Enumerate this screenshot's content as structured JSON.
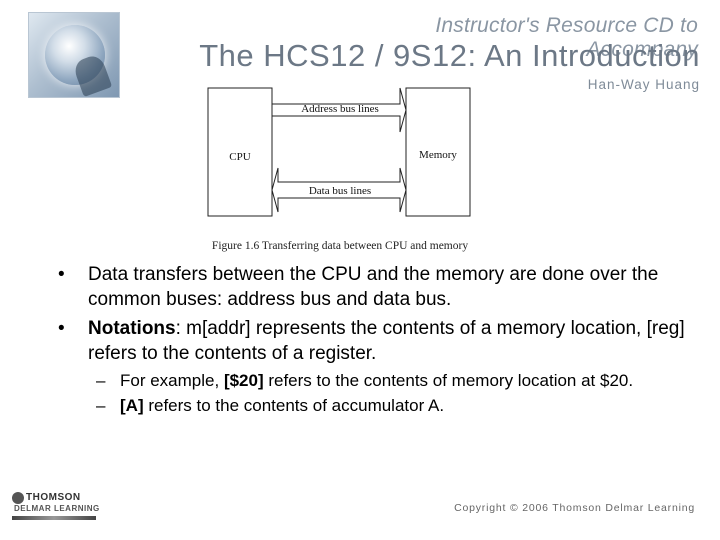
{
  "header": {
    "subtitle": "Instructor's Resource CD to Accompany",
    "title": "The HCS12 / 9S12: An Introduction",
    "author": "Han-Way Huang"
  },
  "figure": {
    "cpu_label": "CPU",
    "memory_label": "Memory",
    "address_bus_label": "Address bus lines",
    "data_bus_label": "Data bus lines",
    "caption": "Figure 1.6 Transferring data between CPU and memory"
  },
  "bullets": [
    {
      "text": "Data transfers between the CPU and the memory are done over the common buses: address bus and data bus."
    },
    {
      "bold": "Notations",
      "text": ": m[addr] represents the contents of a memory location, [reg] refers to the contents of a register."
    }
  ],
  "sub_bullets": [
    {
      "prefix": "For example, ",
      "bold": "[$20]",
      "text": " refers to the contents of memory location at $20."
    },
    {
      "prefix": "",
      "bold": "[A]",
      "text": " refers to the contents of accumulator A."
    }
  ],
  "footer": {
    "publisher": "THOMSON",
    "publisher_sub": "DELMAR LEARNING",
    "copyright": "Copyright © 2006 Thomson Delmar Learning"
  }
}
